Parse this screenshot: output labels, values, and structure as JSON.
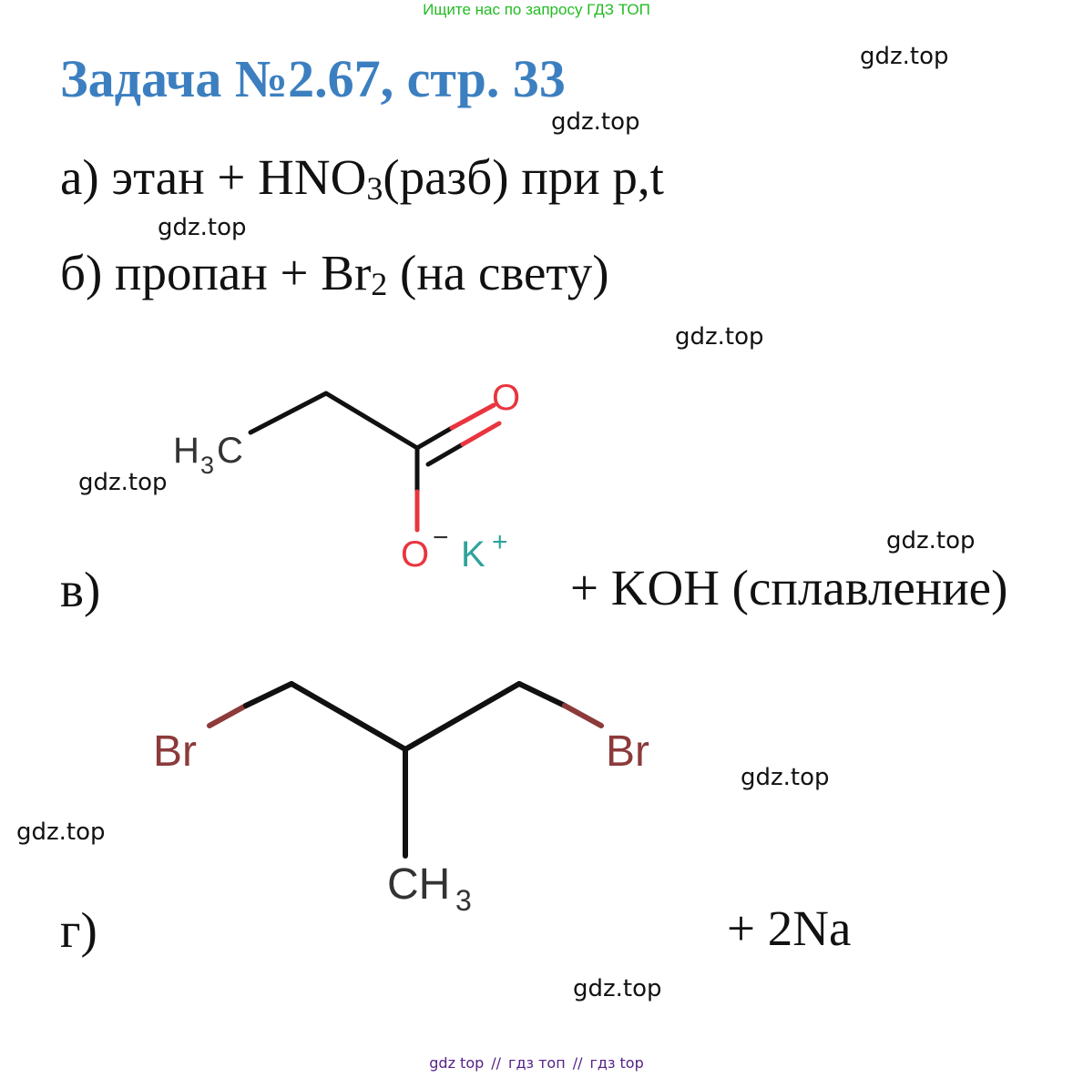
{
  "banner": "Ищите нас по запросу ГДЗ ТОП",
  "title": "Задача №2.67, стр. 33",
  "watermark": "gdz.top",
  "tasks": {
    "a": {
      "pre": "а) этан + HNO",
      "sub": "3",
      "post": "(разб) при p,t"
    },
    "b": {
      "pre": "б) пропан + Br",
      "sub": "2",
      "post": " (на свету)"
    },
    "v": {
      "label": "в)",
      "reagent": "+ KOH (сплавление)"
    },
    "g": {
      "label": "г)",
      "reagent": "+ 2Na"
    }
  },
  "molecule1": {
    "h3c_h": "H",
    "h3c_3": "3",
    "h3c_c": "C",
    "o_double": "O",
    "o_minus": "O",
    "minus": "−",
    "k": "K",
    "plus": "+"
  },
  "molecule2": {
    "br_left": "Br",
    "br_right": "Br",
    "ch3_c": "CH",
    "ch3_3": "3"
  },
  "footer": {
    "a": "gdz top",
    "sep": "//",
    "b": "гдз топ",
    "c": "гдз top"
  },
  "colors": {
    "title": "#3c7fc0",
    "banner": "#22bb22",
    "oxygen": "#e8353f",
    "potassium": "#2fa39c",
    "bromine": "#8c3a3a",
    "footer": "#552288"
  }
}
